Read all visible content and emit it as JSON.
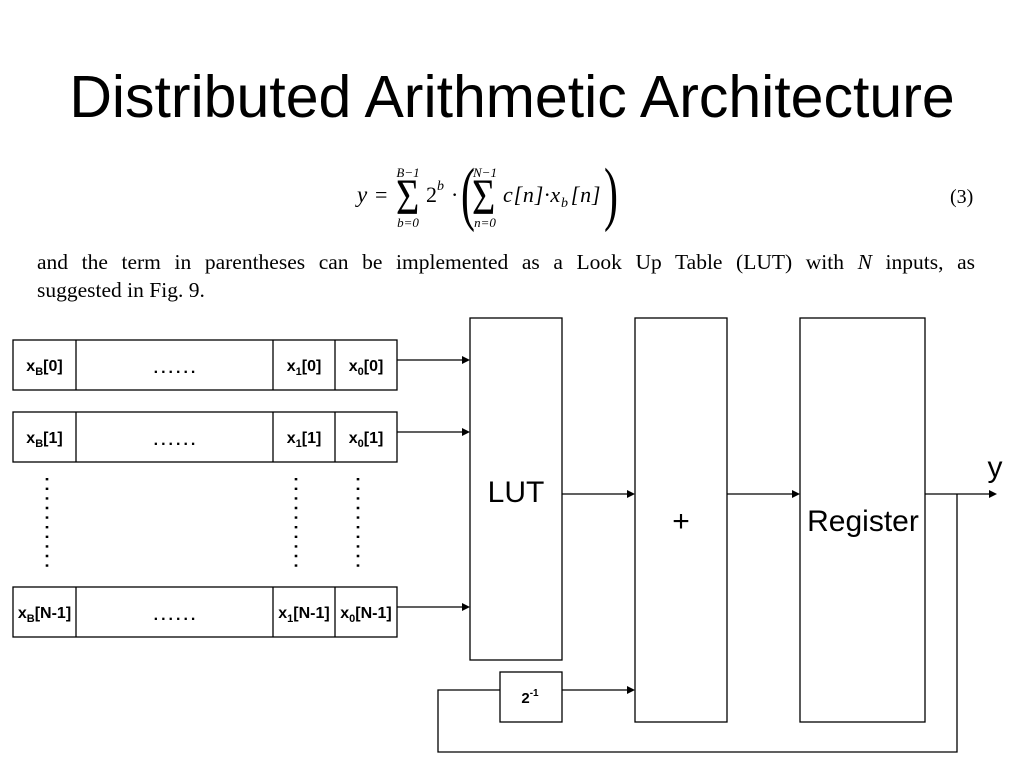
{
  "slide": {
    "title": "Distributed Arithmetic Architecture"
  },
  "equation": {
    "lhs": "y",
    "equals": "=",
    "outer_sum": {
      "symbol": "Σ",
      "upper": "B−1",
      "lower": "b=0"
    },
    "power_base": "2",
    "power_exponent": "b",
    "dot": "·",
    "open_paren": "(",
    "inner_sum": {
      "symbol": "Σ",
      "upper": "N−1",
      "lower": "n=0"
    },
    "term": "c[n]·x",
    "term_subscript": "b",
    "term_index": "[n]",
    "close_paren": ")",
    "number": "(3)"
  },
  "paragraph": {
    "line1_before": "and the term in parentheses can be implemented as a Look Up Table (LUT) with ",
    "line1_variable": "N",
    "line1_after": " inputs, as",
    "line2": "suggested in Fig. 9."
  },
  "diagram": {
    "input_registers": [
      {
        "msb": {
          "base": "x",
          "sub": "B",
          "index": "[0]"
        },
        "ellipsis": "......",
        "bit1": {
          "base": "x",
          "sub": "1",
          "index": "[0]"
        },
        "bit0": {
          "base": "x",
          "sub": "0",
          "index": "[0]"
        }
      },
      {
        "msb": {
          "base": "x",
          "sub": "B",
          "index": "[1]"
        },
        "ellipsis": "......",
        "bit1": {
          "base": "x",
          "sub": "1",
          "index": "[1]"
        },
        "bit0": {
          "base": "x",
          "sub": "0",
          "index": "[1]"
        }
      },
      {
        "msb": {
          "base": "x",
          "sub": "B",
          "index": "[N-1]"
        },
        "ellipsis": "......",
        "bit1": {
          "base": "x",
          "sub": "1",
          "index": "[N-1]"
        },
        "bit0": {
          "base": "x",
          "sub": "0",
          "index": "[N-1]"
        }
      }
    ],
    "lut_label": "LUT",
    "adder_label": "+",
    "register_label": "Register",
    "shift": {
      "base": "2",
      "exponent": "-1"
    },
    "output_label": "y"
  }
}
